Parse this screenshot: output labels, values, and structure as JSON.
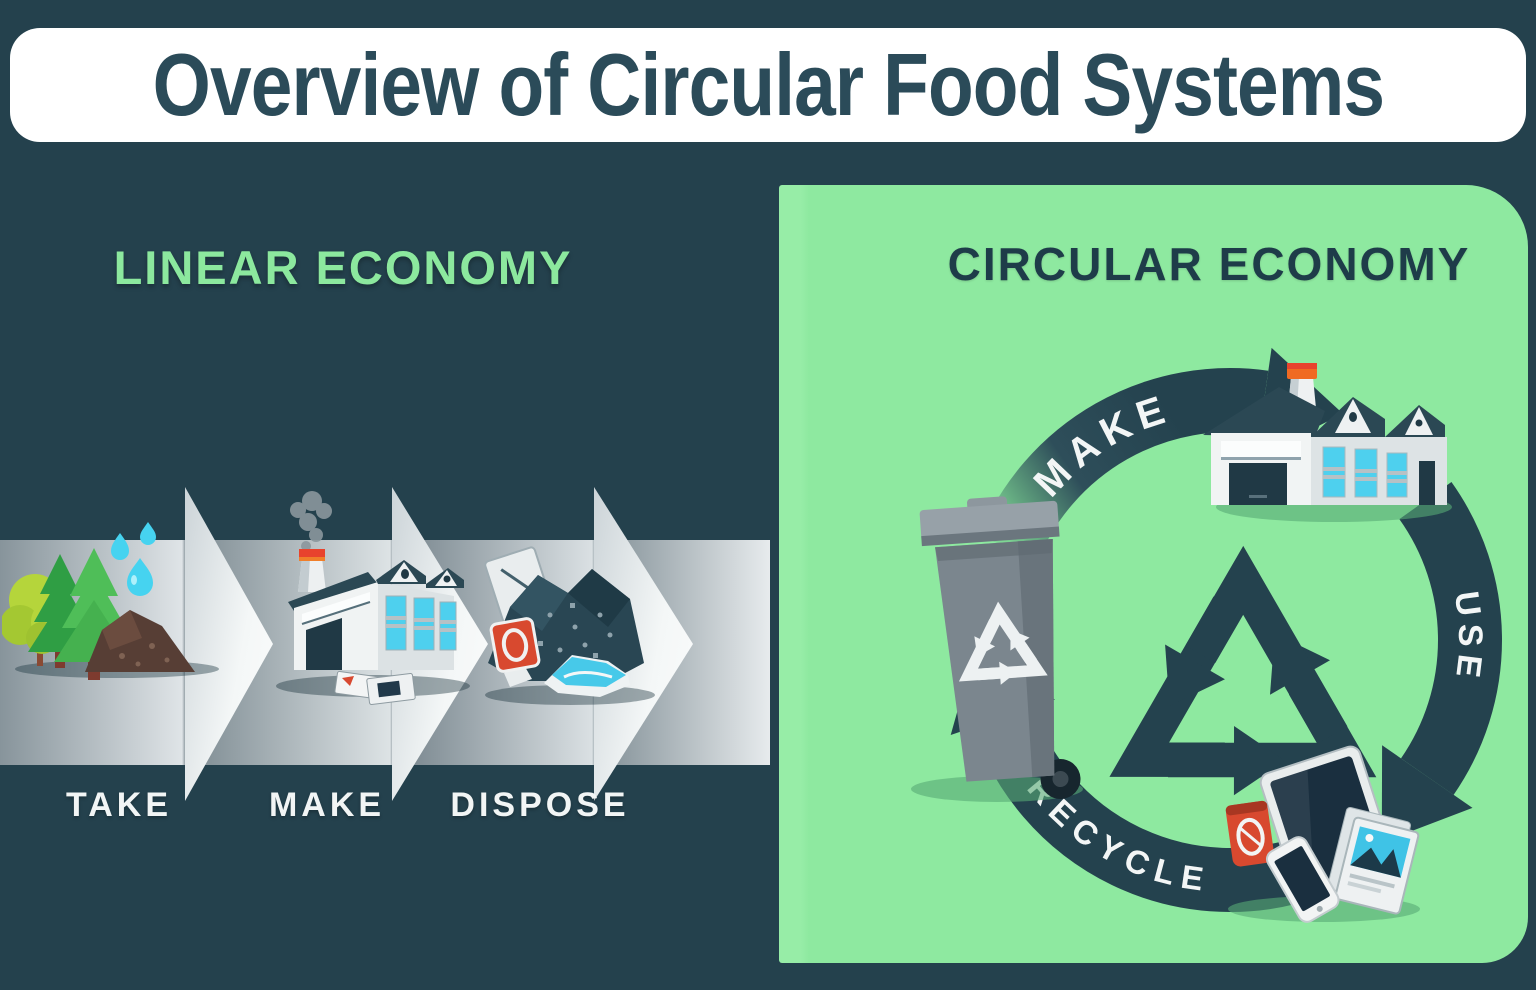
{
  "header": {
    "title": "Overview of Circular Food Systems"
  },
  "linear": {
    "heading": "LINEAR ECONOMY",
    "steps": [
      {
        "label": "TAKE",
        "illustration": "trees-water-soil"
      },
      {
        "label": "MAKE",
        "illustration": "factory-with-smoke"
      },
      {
        "label": "DISPOSE",
        "illustration": "waste-pile"
      }
    ]
  },
  "circular": {
    "heading": "CIRCULAR ECONOMY",
    "stages": [
      {
        "label": "MAKE",
        "illustration": "factory"
      },
      {
        "label": "USE",
        "illustration": "electronic-devices"
      },
      {
        "label": "RECYCLE",
        "illustration": "recycling-bin"
      }
    ],
    "center_icon": "recycle-symbol"
  },
  "colors": {
    "background": "#24414d",
    "banner": "#ffffff",
    "title_text": "#2b4b59",
    "linear_heading": "#8ce89e",
    "circular_heading": "#1e3c49",
    "panel_green": "#8ee9a0",
    "arc_dark": "#24424e",
    "arrow_gray": "#e7ebed",
    "label_white": "#f2f5f5",
    "window_cyan": "#4ed0ee",
    "accent_red": "#d8492f",
    "accent_orange": "#f06a22"
  }
}
